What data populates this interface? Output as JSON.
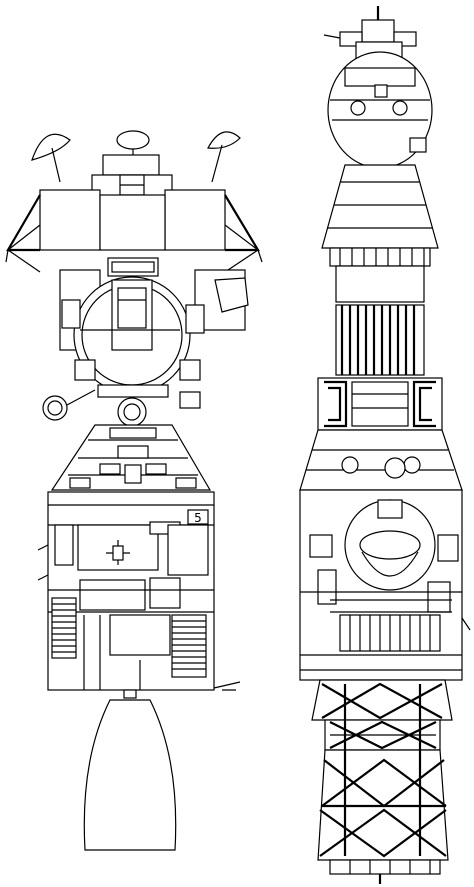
{
  "figure": {
    "background": "#ffffff",
    "ink": "#000000",
    "panel_marking": "5"
  },
  "spacecraft": [
    {
      "id": "left-stack"
    },
    {
      "id": "right-stack"
    }
  ]
}
